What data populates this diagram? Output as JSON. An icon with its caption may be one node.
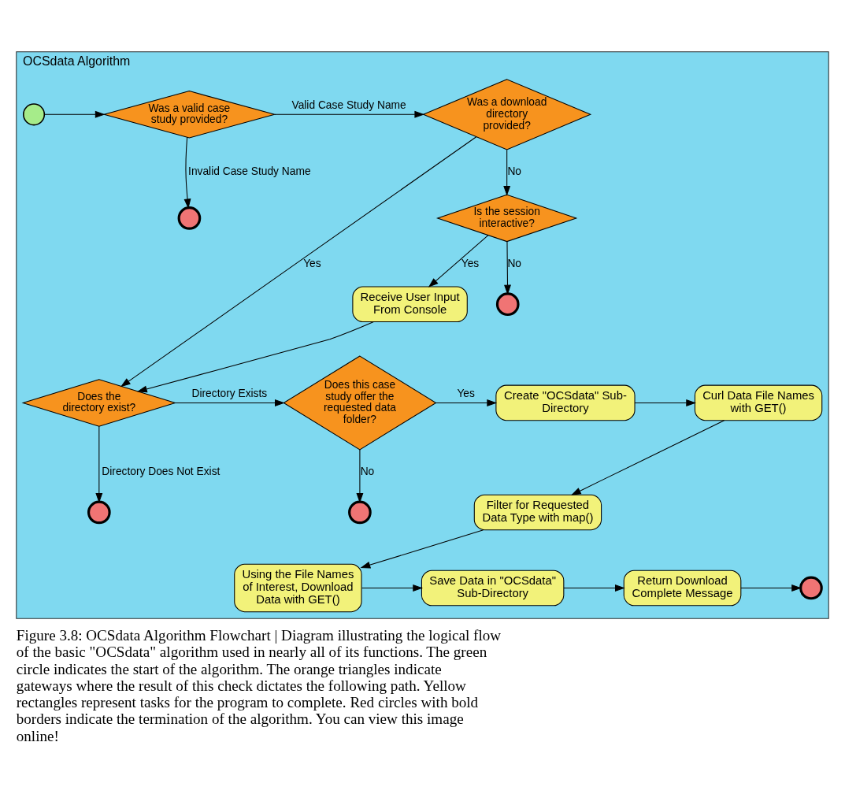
{
  "diagram": {
    "caption": "Figure 3.8: OCSdata Algorithm Flowchart | Diagram illustrating the logical flow of the basic \"OCSdata\" algorithm used in nearly all of its functions. The green circle indicates the start of the algorithm. The orange triangles indicate gateways where the result of this check dictates the following path. Yellow rectangles represent tasks for the program to complete. Red circles with bold borders indicate the termination of the algorithm. You can view this image online!",
    "nodes": [
      {
        "text": [
          "OCSdata Algorithm"
        ]
      },
      {
        "text": [],
        "shape": "circle",
        "in": 0
      },
      {
        "text": [
          "Was a valid case study provided?"
        ],
        "in": 0
      },
      {
        "text": [],
        "shape": "circle",
        "in": 0
      },
      {
        "text": [
          "Was a download directory provided?"
        ],
        "in": 0
      },
      {
        "text": [
          "Is the session interactive?"
        ],
        "in": 0
      },
      {
        "text": [],
        "shape": "circle",
        "in": 0
      },
      {
        "text": [
          "Receive User Input From Console"
        ],
        "in": 0
      },
      {
        "text": [
          "Does the directory exist?"
        ],
        "in": 0
      },
      {
        "text": [],
        "shape": "circle",
        "in": 0
      },
      {
        "text": [
          "Does this case study offer the requested data folder?"
        ],
        "in": 0
      },
      {
        "text": [],
        "shape": "circle",
        "in": 0
      },
      {
        "text": [
          "Create \"OCSdata\" Sub-Directory"
        ],
        "in": 0
      },
      {
        "text": [
          "Curl Data File Names with GET()"
        ],
        "in": 0
      },
      {
        "text": [
          "Filter for Requested Data Type with map()"
        ],
        "in": 0
      },
      {
        "text": [
          "Using the File Names of Interest, Download Data with GET()"
        ],
        "in": 0
      },
      {
        "text": [
          "Save Data in \"OCSdata\" Sub-Directory"
        ],
        "in": 0
      },
      {
        "text": [
          "Return Download Complete Message"
        ],
        "in": 0
      },
      {
        "text": [],
        "shape": "circle",
        "in": 0
      }
    ],
    "edges": [
      {
        "from": 1,
        "to": 2,
        "arrow": "to"
      },
      {
        "from": 2,
        "to": 3,
        "arrow": "to",
        "label": "Invalid Case Study Name"
      },
      {
        "from": 2,
        "to": 4,
        "arrow": "to",
        "label": "Valid Case Study Name"
      },
      {
        "from": 4,
        "to": 5,
        "arrow": "to",
        "label": "No"
      },
      {
        "from": 5,
        "to": 6,
        "arrow": "to",
        "label": "No"
      },
      {
        "from": 4,
        "to": 8,
        "arrow": "to",
        "label": "Yes"
      },
      {
        "from": 5,
        "to": 7,
        "arrow": "to",
        "label": "Yes"
      },
      {
        "from": 7,
        "to": 8,
        "arrow": "to"
      },
      {
        "from": 8,
        "to": 9,
        "arrow": "to",
        "label": "Directory Does Not Exist"
      },
      {
        "from": 8,
        "to": 10,
        "arrow": "to",
        "label": "Directory Exists"
      },
      {
        "from": 10,
        "to": 11,
        "arrow": "to",
        "label": "No"
      },
      {
        "from": 10,
        "to": 12,
        "arrow": "to",
        "label": "Yes"
      },
      {
        "from": 12,
        "to": 13,
        "arrow": "to"
      },
      {
        "from": 13,
        "to": 14,
        "arrow": "to"
      },
      {
        "from": 14,
        "to": 15,
        "arrow": "to"
      },
      {
        "from": 15,
        "to": 16,
        "arrow": "to"
      },
      {
        "from": 16,
        "to": 17,
        "arrow": "to"
      },
      {
        "from": 17,
        "to": 18,
        "arrow": "to"
      }
    ]
  }
}
